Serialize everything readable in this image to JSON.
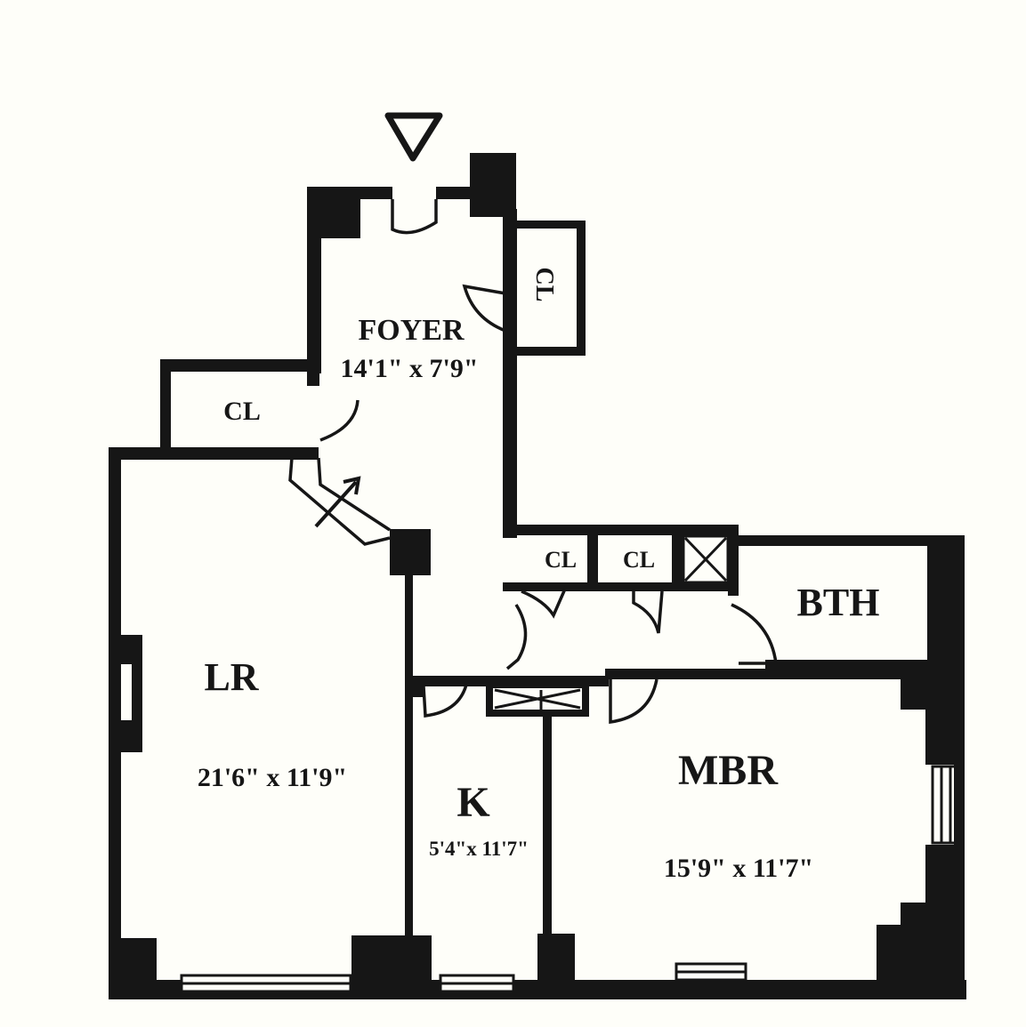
{
  "rooms": {
    "foyer": {
      "name": "FOYER",
      "dims": "14'1\" x 7'9\""
    },
    "closet_left": {
      "name": "CL"
    },
    "closet_foyer": {
      "name": "CL"
    },
    "closet_hall_1": {
      "name": "CL"
    },
    "closet_hall_2": {
      "name": "CL"
    },
    "bath": {
      "name": "BTH"
    },
    "living_room": {
      "name": "LR",
      "dims": "21'6\" x 11'9\""
    },
    "kitchen": {
      "name": "K",
      "dims": "5'4\"x 11'7\""
    },
    "master_bedroom": {
      "name": "MBR",
      "dims": "15'9\" x 11'7\""
    }
  },
  "colors": {
    "ink": "#161616",
    "paper": "#fefef9"
  },
  "icons": {
    "entry": "entry-triangle-icon",
    "arrow": "door-swing-arrow-icon"
  }
}
